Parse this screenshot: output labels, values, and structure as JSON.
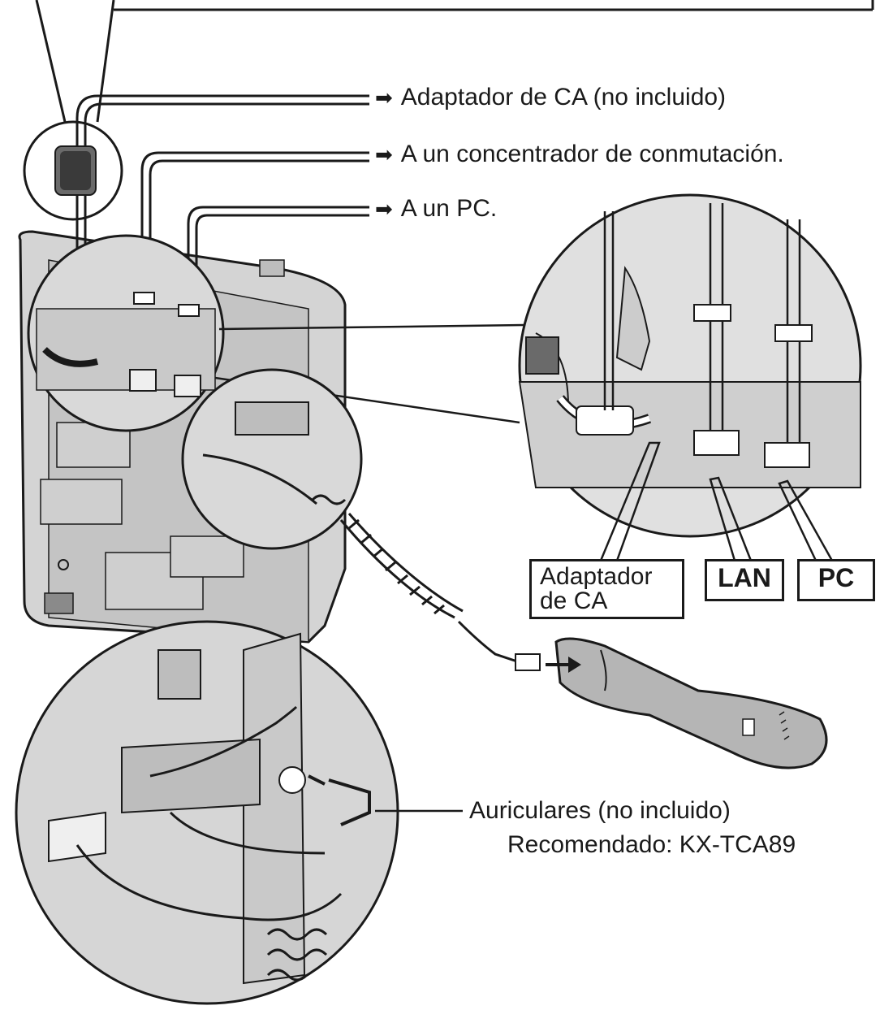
{
  "callouts": {
    "ac_adapter": "Adaptador de CA (no incluido)",
    "switching_hub": "A un concentrador de conmutación.",
    "pc": "A un PC."
  },
  "ports": {
    "ac_line1": "Adaptador",
    "ac_line2": "de CA",
    "lan": "LAN",
    "pc": "PC"
  },
  "headset": {
    "line1": "Auriculares (no incluido)",
    "line2": "Recomendado: KX-TCA89"
  },
  "icons": {
    "arrow": "right-arrow-icon"
  },
  "colors": {
    "ink": "#1a1a1a",
    "body_gray": "#cfcfcf",
    "light_gray": "#e6e6e6",
    "dark_gray": "#8a8a8a"
  }
}
